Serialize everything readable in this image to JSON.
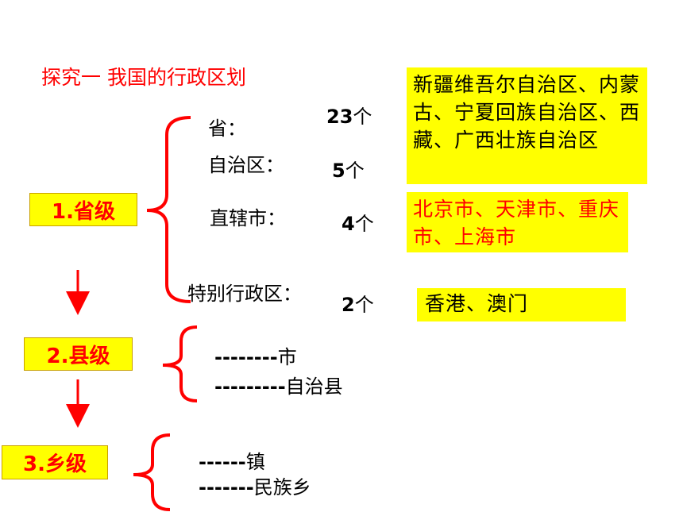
{
  "title": "探究一  我国的行政区划",
  "colors": {
    "accent": "#ff0000",
    "highlight": "#ffff00"
  },
  "levels": [
    {
      "label": "1.省级"
    },
    {
      "label": "2.县级"
    },
    {
      "label": "3.乡级"
    }
  ],
  "province_types": [
    {
      "name": "省：",
      "count": "23",
      "unit": "个"
    },
    {
      "name": "自治区：",
      "count": "5",
      "unit": "个"
    },
    {
      "name": "直辖市：",
      "count": "4",
      "unit": "个"
    },
    {
      "name": "特别行政区：",
      "count": "2",
      "unit": "个"
    }
  ],
  "examples": {
    "autonomous_regions": "新疆维吾尔自治区、内蒙古、宁夏回族自治区、西藏、广西壮族自治区",
    "municipalities": "北京市、天津市、重庆市、上海市",
    "sars": "香港、澳门"
  },
  "county_items": [
    {
      "dash": "--------",
      "text": "市"
    },
    {
      "dash": "---------",
      "text": "自治县"
    }
  ],
  "township_items": [
    {
      "dash": "------",
      "text": "镇"
    },
    {
      "dash": "-------",
      "text": "民族乡"
    }
  ]
}
